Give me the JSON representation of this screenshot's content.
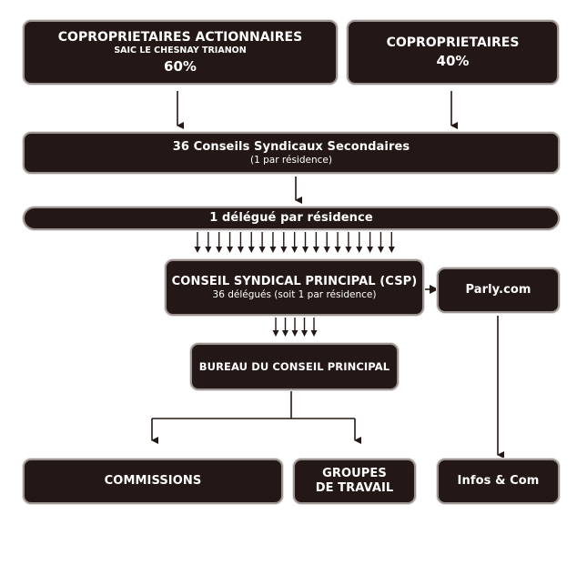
{
  "top_left": {
    "title": "COPROPRIETAIRES ACTIONNAIRES",
    "subtitle": "SAIC LE CHESNAY TRIANON",
    "percent": "60%"
  },
  "top_right": {
    "title": "COPROPRIETAIRES",
    "percent": "40%"
  },
  "councils": {
    "title": "36 Conseils Syndicaux Secondaires",
    "note": "(1 par résidence)"
  },
  "delegate": {
    "title": "1 délégué par résidence"
  },
  "csp": {
    "title": "CONSEIL SYNDICAL PRINCIPAL (CSP)",
    "note": "36 délégués (soit 1 par résidence)"
  },
  "parly": {
    "title": "Parly.com"
  },
  "bureau": {
    "title": "BUREAU DU CONSEIL PRINCIPAL"
  },
  "commissions": {
    "title": "COMMISSIONS"
  },
  "groupes": {
    "line1": "GROUPES",
    "line2": "DE TRAVAIL"
  },
  "infos": {
    "title": "Infos & Com"
  },
  "colors": {
    "box_fill": "#231815",
    "box_border": "#9c9492",
    "arrow": "#231815"
  }
}
